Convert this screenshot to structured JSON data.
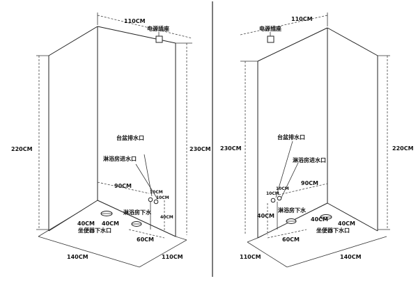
{
  "colors": {
    "line": "#222222",
    "text": "#111111",
    "background": "#ffffff"
  },
  "left": {
    "width_top": "110CM",
    "power_socket": "电源插座",
    "height_left": "220CM",
    "height_right": "230CM",
    "basin_drain": "台盆排水口",
    "shower_inlet": "淋浴房进水口",
    "shower_inlet_offset": "90CM",
    "pipe_gap_1": "10CM",
    "pipe_gap_2": "10CM",
    "pipe_height": "40CM",
    "shower_drain": "淋浴房下水",
    "toilet_offset_a": "40CM",
    "toilet_offset_b": "40CM",
    "toilet_drain": "坐便器下水口",
    "shower_drain_offset": "60CM",
    "floor_depth": "140CM",
    "floor_width": "110CM"
  },
  "right": {
    "width_top": "110CM",
    "power_socket": "电源插座",
    "height_left": "230CM",
    "height_right": "220CM",
    "basin_drain": "台盆排水口",
    "shower_inlet": "淋浴房进水口",
    "shower_inlet_offset": "90CM",
    "pipe_gap_1": "10CM",
    "pipe_gap_2": "10CM",
    "pipe_height": "40CM",
    "shower_drain": "淋浴房下水",
    "toilet_offset_a": "40CM",
    "toilet_offset_b": "40CM",
    "toilet_drain": "坐便器下水口",
    "shower_drain_offset": "60CM",
    "floor_width": "110CM",
    "floor_depth": "140CM"
  }
}
